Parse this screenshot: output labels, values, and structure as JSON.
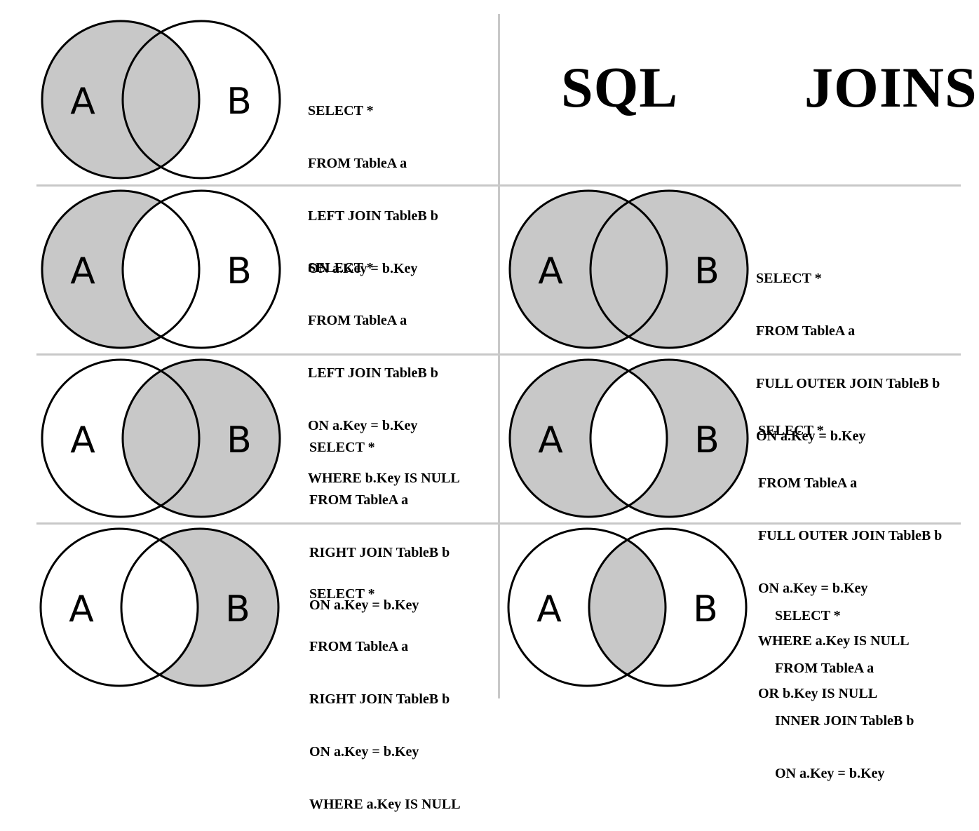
{
  "title": "SQL   JOINS",
  "circle_labels": {
    "a": "A",
    "b": "B"
  },
  "colors": {
    "fill": "#c8c8c8",
    "stroke": "#000000",
    "grid": "#c8c8c8",
    "background": "#ffffff"
  },
  "panels": [
    {
      "id": "left-join",
      "shaded": "left-full",
      "code": [
        "SELECT *",
        "FROM TableA a",
        "LEFT JOIN TableB b",
        "ON a.Key = b.Key"
      ]
    },
    {
      "id": "left-excluding",
      "shaded": "left-only",
      "code": [
        "SELECT *",
        "FROM TableA a",
        "LEFT JOIN TableB b",
        "ON a.Key = b.Key",
        "WHERE b.Key IS NULL"
      ]
    },
    {
      "id": "right-join",
      "shaded": "right-full",
      "code": [
        "SELECT *",
        "FROM TableA a",
        "RIGHT JOIN TableB b",
        "ON a.Key = b.Key"
      ]
    },
    {
      "id": "right-excluding",
      "shaded": "right-only",
      "code": [
        "SELECT *",
        "FROM TableA a",
        "RIGHT JOIN TableB b",
        "ON a.Key = b.Key",
        "WHERE a.Key IS NULL"
      ]
    },
    {
      "id": "full-outer",
      "shaded": "both",
      "code": [
        "SELECT *",
        "FROM TableA a",
        "FULL OUTER JOIN TableB b",
        "ON a.Key = b.Key"
      ]
    },
    {
      "id": "full-outer-excluding",
      "shaded": "outer-only",
      "code": [
        "SELECT *",
        "FROM TableA a",
        "FULL OUTER JOIN TableB b",
        "ON a.Key = b.Key",
        "WHERE a.Key IS NULL",
        "OR b.Key IS NULL"
      ]
    },
    {
      "id": "inner-join",
      "shaded": "intersection",
      "code": [
        "SELECT *",
        "FROM TableA a",
        "INNER JOIN TableB b",
        "ON a.Key = b.Key"
      ]
    }
  ]
}
